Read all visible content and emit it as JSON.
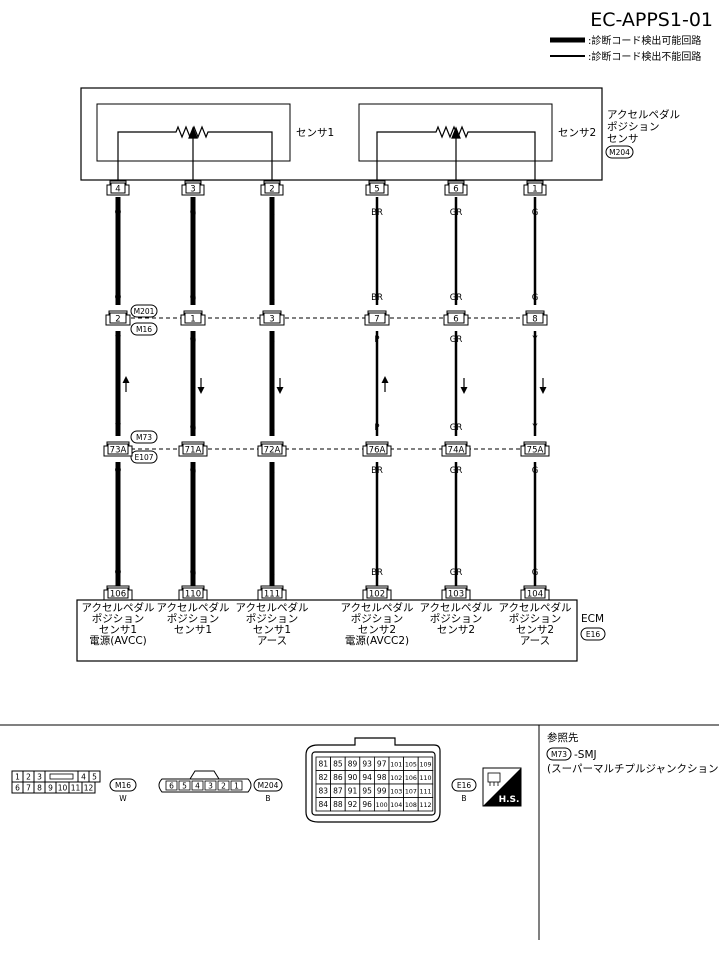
{
  "page_code": "EC-APPS1-01",
  "legend": {
    "detectable": ":診断コード検出可能回路",
    "not_detectable": ":診断コード検出不能回路"
  },
  "sensor_unit": {
    "name_lines": [
      "アクセルペダル",
      "ポジション",
      "センサ"
    ],
    "connector": "M204",
    "sensor1_label": "センサ1",
    "sensor2_label": "センサ2"
  },
  "junction": {
    "connector_upper": "M201",
    "connector_lower": "M16"
  },
  "smj": {
    "connector_upper": "M73",
    "connector_lower": "E107"
  },
  "ecm": {
    "label": "ECM",
    "connector": "E16"
  },
  "wires": [
    {
      "sensor_pin": "4",
      "top_color": "O",
      "mid_color_top": "O",
      "jpin": "2",
      "mid_color": "V",
      "mid_color_bot": "V",
      "smj_pin": "73A",
      "bot_color_top": "O",
      "bot_color": "O",
      "ecm_pin": "106",
      "direction": "up",
      "thick": true,
      "ecm_label": [
        "アクセルペダル",
        "ポジション",
        "センサ1",
        "電源(AVCC)"
      ]
    },
    {
      "sensor_pin": "3",
      "top_color": "G",
      "mid_color_top": "G",
      "jpin": "1",
      "mid_color": "G",
      "mid_color_bot": "G",
      "smj_pin": "71A",
      "bot_color_top": "G",
      "bot_color": "G",
      "ecm_pin": "110",
      "direction": "down",
      "thick": true,
      "ecm_label": [
        "アクセルペダル",
        "ポジション",
        "センサ1"
      ]
    },
    {
      "sensor_pin": "2",
      "top_color": "R",
      "mid_color_top": "R",
      "jpin": "3",
      "mid_color": "R",
      "mid_color_bot": "R",
      "smj_pin": "72A",
      "bot_color_top": "R",
      "bot_color": "R",
      "ecm_pin": "111",
      "direction": "down",
      "thick": true,
      "ecm_label": [
        "アクセルペダル",
        "ポジション",
        "センサ1",
        "アース"
      ]
    },
    {
      "sensor_pin": "5",
      "top_color": "BR",
      "mid_color_top": "BR",
      "jpin": "7",
      "mid_color": "P",
      "mid_color_bot": "P",
      "smj_pin": "76A",
      "bot_color_top": "BR",
      "bot_color": "BR",
      "ecm_pin": "102",
      "direction": "up",
      "thick": false,
      "ecm_label": [
        "アクセルペダル",
        "ポジション",
        "センサ2",
        "電源(AVCC2)"
      ]
    },
    {
      "sensor_pin": "6",
      "top_color": "GR",
      "mid_color_top": "GR",
      "jpin": "6",
      "mid_color": "GR",
      "mid_color_bot": "GR",
      "smj_pin": "74A",
      "bot_color_top": "GR",
      "bot_color": "GR",
      "ecm_pin": "103",
      "direction": "down",
      "thick": false,
      "ecm_label": [
        "アクセルペダル",
        "ポジション",
        "センサ2"
      ]
    },
    {
      "sensor_pin": "1",
      "top_color": "G",
      "mid_color_top": "G",
      "jpin": "8",
      "mid_color": "Y",
      "mid_color_bot": "Y",
      "smj_pin": "75A",
      "bot_color_top": "G",
      "bot_color": "G",
      "ecm_pin": "104",
      "direction": "down",
      "thick": false,
      "ecm_label": [
        "アクセルペダル",
        "ポジション",
        "センサ2",
        "アース"
      ]
    }
  ],
  "connectors_views": {
    "m16": {
      "name": "M16",
      "color": "W",
      "row1": [
        "1",
        "2",
        "3",
        "4",
        "5"
      ],
      "row2": [
        "6",
        "7",
        "8",
        "9",
        "10",
        "11",
        "12"
      ]
    },
    "m204": {
      "name": "M204",
      "color": "B",
      "pins": [
        "6",
        "5",
        "4",
        "3",
        "2",
        "1"
      ]
    },
    "e16": {
      "name": "E16",
      "color": "B",
      "rows": [
        [
          "81",
          "85",
          "89",
          "93",
          "97",
          "101",
          "105",
          "109"
        ],
        [
          "82",
          "86",
          "90",
          "94",
          "98",
          "102",
          "106",
          "110"
        ],
        [
          "83",
          "87",
          "91",
          "95",
          "99",
          "103",
          "107",
          "111"
        ],
        [
          "84",
          "88",
          "92",
          "96",
          "100",
          "104",
          "108",
          "112"
        ]
      ]
    },
    "hs_label": "H.S."
  },
  "reference": {
    "title": "参照先",
    "connector": "M73",
    "suffix": "-SMJ",
    "description": "(スーパーマルチプルジャンクション)"
  }
}
